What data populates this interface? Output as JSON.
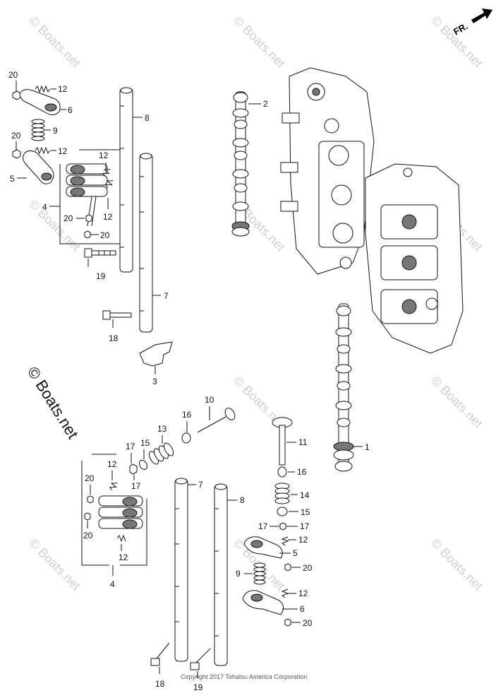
{
  "callouts": {
    "c20a": "20",
    "c12a": "12",
    "c6a": "6",
    "c9a": "9",
    "c20b": "20",
    "c12b": "12",
    "c5a": "5",
    "c12c": "12",
    "c4a": "4",
    "c20c": "20",
    "c12d": "12",
    "c20d": "20",
    "c19a": "19",
    "c8a": "8",
    "c7a": "7",
    "c18a": "18",
    "c3": "3",
    "c2": "2",
    "c1": "1",
    "c10": "10",
    "c16a": "16",
    "c13": "13",
    "c15a": "15",
    "c17a": "17",
    "c17b": "17",
    "c12e": "12",
    "c20e": "20",
    "c20f": "20",
    "c12f": "12",
    "c4b": "4",
    "c7b": "7",
    "c8b": "8",
    "c11": "11",
    "c16b": "16",
    "c14": "14",
    "c15b": "15",
    "c17c": "17",
    "c17d": "17",
    "c12g": "12",
    "c5b": "5",
    "c9b": "9",
    "c20g": "20",
    "c12h": "12",
    "c6b": "6",
    "c20h": "20",
    "c18b": "18",
    "c19b": "19"
  },
  "watermark": "© Boats.net",
  "big_watermark": "© Boats.net",
  "direction": "FR.",
  "copyright": "Copyright 2017 Tohatsu America Corporation"
}
